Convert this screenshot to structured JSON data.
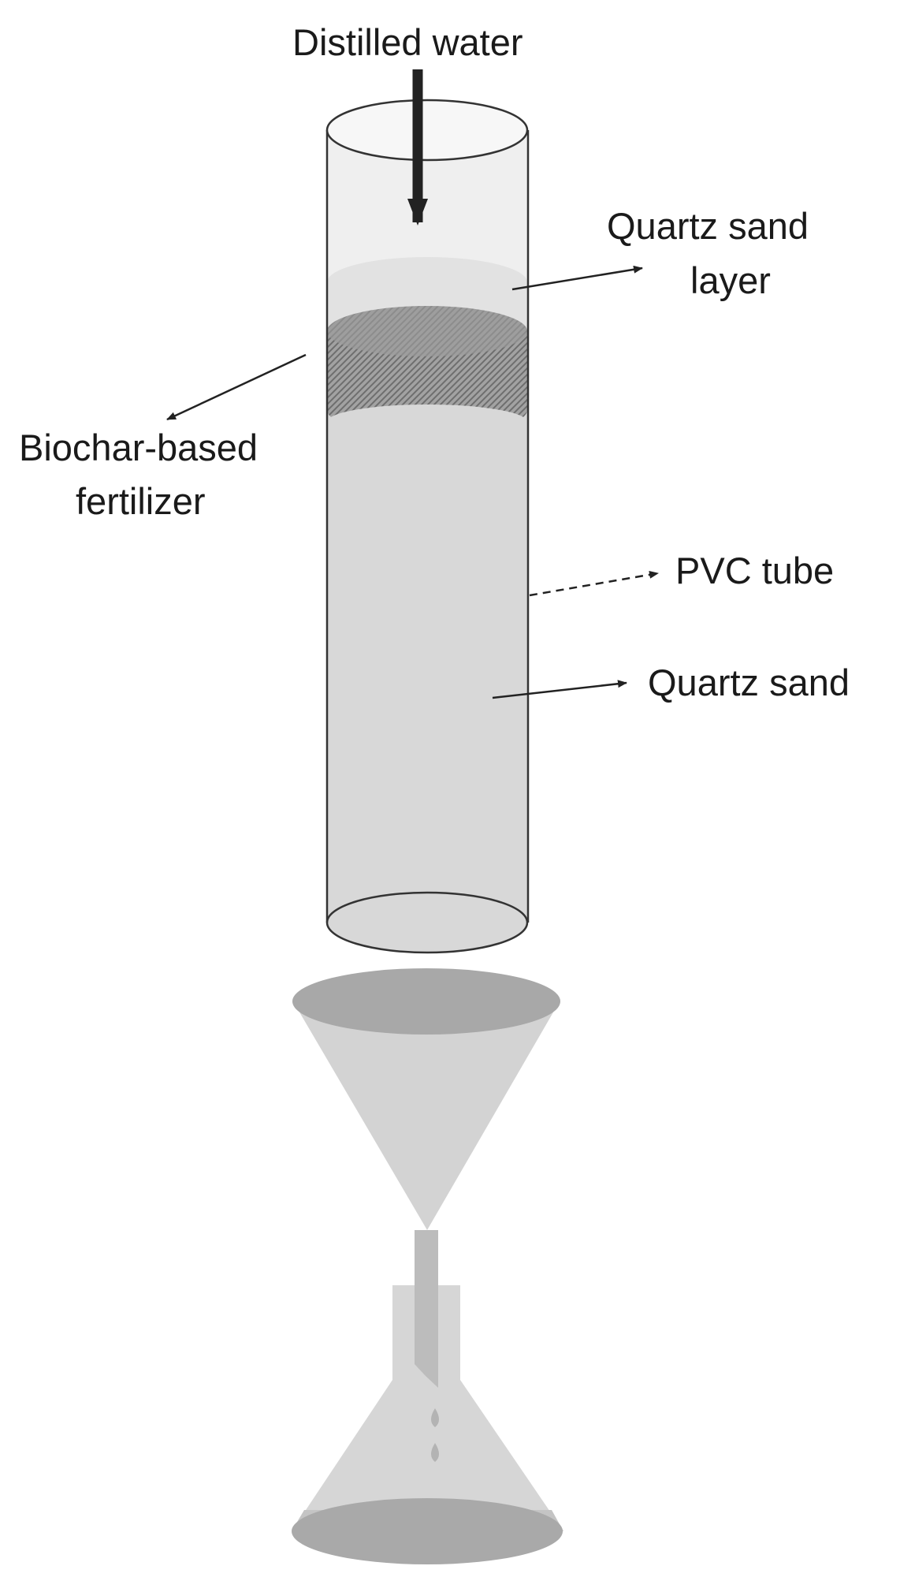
{
  "labels": {
    "inlet": "Distilled water",
    "top_layer_line1": "Quartz sand",
    "top_layer_line2": "layer",
    "fertilizer_line1": "Biochar-based",
    "fertilizer_line2": "fertilizer",
    "tube": "PVC tube",
    "fill": "Quartz sand"
  },
  "colors": {
    "tube_body": "#d8d8d8",
    "tube_top": "#efefef",
    "quartz_layer": "#e2e2e2",
    "biochar_band": "#9c9c9c",
    "funnel": "#d3d3d3",
    "funnel_rim": "#a8a8a8",
    "flask": "#d6d6d6",
    "liquid": "#c4c4c4",
    "outline": "#333333",
    "arrow": "#222222"
  }
}
